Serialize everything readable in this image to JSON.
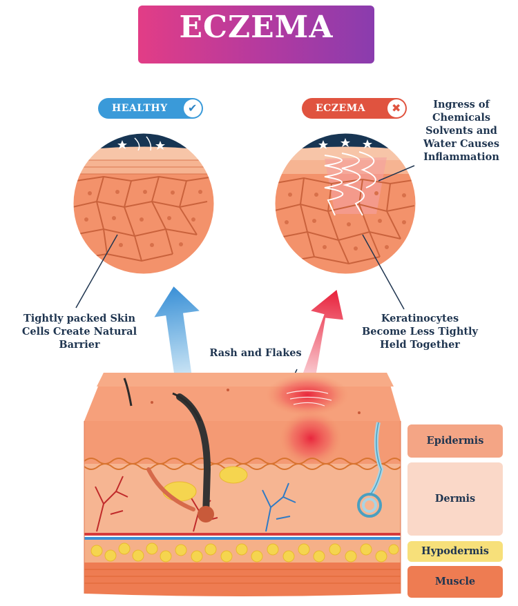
{
  "title": "ECZEMA",
  "badges": {
    "healthy": {
      "label": "HEALTHY",
      "icon": "check-icon"
    },
    "eczema": {
      "label": "ECZEMA",
      "icon": "x-icon"
    }
  },
  "annotations": {
    "healthy_barrier": [
      "Tightly packed Skin",
      "Cells Create Natural",
      "Barrier"
    ],
    "ingress": [
      "Ingress of",
      "Chemicals",
      "Solvents and",
      "Water Causes",
      "Inflammation"
    ],
    "keratinocytes": [
      "Keratinocytes",
      "Become Less Tightly",
      "Held Together"
    ],
    "rash": "Rash and Flakes"
  },
  "layers": [
    "Epidermis",
    "Dermis",
    "Hypodermis",
    "Muscle"
  ],
  "colors": {
    "title_gradient_start": "#e23d86",
    "title_gradient_end": "#8a3cae",
    "healthy_blue": "#3a9ad9",
    "eczema_red": "#e0533f",
    "skin_orange": "#f08a62",
    "label_navy": "#1f3550"
  }
}
